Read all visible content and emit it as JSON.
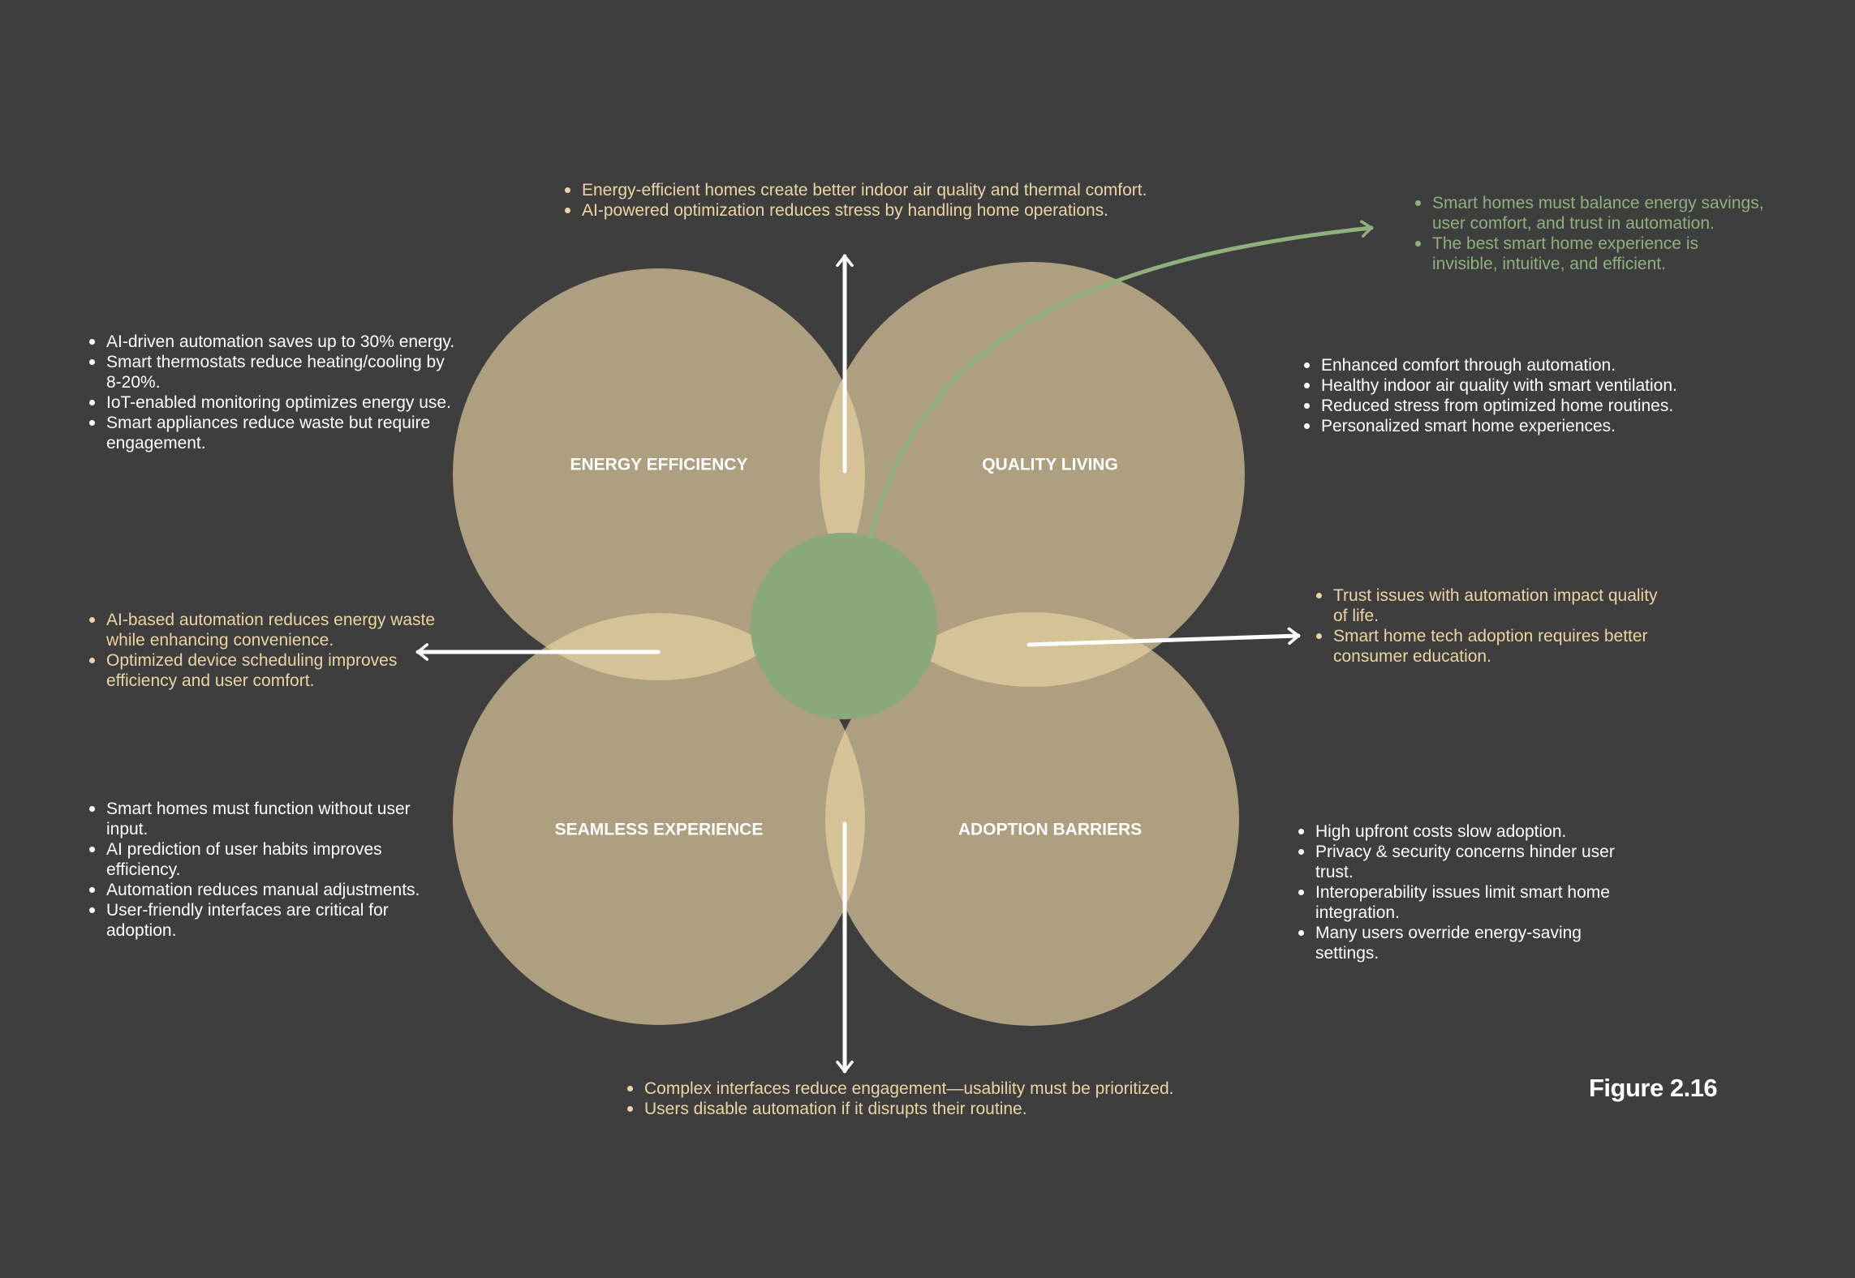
{
  "colors": {
    "background": "#3e3e3e",
    "petal": "#ae9f80",
    "petal_overlap": "#d5c297",
    "center": "#8aa978",
    "arrow": "#ffffff",
    "curve_arrow": "#8fb17c",
    "text_white": "#ffffff",
    "text_tan": "#ecd5a2",
    "text_green": "#8fb17c"
  },
  "circles": {
    "energy_efficiency": "ENERGY EFFICIENCY",
    "quality_living": "QUALITY LIVING",
    "seamless_experience": "SEAMLESS EXPERIENCE",
    "adoption_barriers": "ADOPTION BARRIERS"
  },
  "notes": {
    "energy": [
      "AI-driven automation saves up to 30% energy.",
      "Smart thermostats reduce heating/cooling by 8-20%.",
      "IoT-enabled monitoring optimizes energy use.",
      "Smart appliances reduce waste but require engagement."
    ],
    "quality": [
      "Enhanced comfort through automation.",
      "Healthy indoor air quality with smart ventilation.",
      "Reduced stress from optimized home routines.",
      "Personalized smart home experiences."
    ],
    "seamless": [
      "Smart homes must function without user input.",
      "AI prediction of user habits improves efficiency.",
      "Automation reduces manual adjustments.",
      "User-friendly interfaces are critical for adoption."
    ],
    "barriers": [
      "High upfront costs slow adoption.",
      "Privacy & security concerns hinder user trust.",
      "Interoperability issues limit smart home integration.",
      "Many users override energy-saving settings."
    ],
    "top": [
      "Energy-efficient homes create better indoor air quality and thermal comfort.",
      "AI-powered optimization reduces stress by handling home operations."
    ],
    "left": [
      "AI-based automation reduces energy waste while enhancing convenience.",
      "Optimized device scheduling improves efficiency and user comfort."
    ],
    "right": [
      "Trust issues with automation impact quality of life.",
      "Smart home tech adoption requires better consumer education."
    ],
    "bottom": [
      "Complex interfaces reduce engagement—usability must be prioritized.",
      "Users disable automation if it disrupts their routine."
    ],
    "center_summary": [
      "Smart homes must balance energy savings, user comfort, and trust in automation.",
      "The best smart home experience is invisible, intuitive, and efficient."
    ]
  },
  "caption": "Figure 2.16"
}
